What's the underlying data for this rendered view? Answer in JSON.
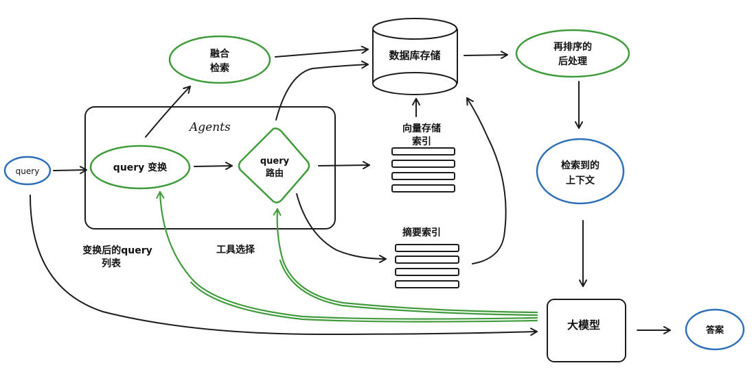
{
  "colors": {
    "green": "#3f9b3a",
    "blue": "#2d6fb8",
    "ink": "#1b1b1b"
  },
  "nodes": {
    "query": "query",
    "agents": "Agents",
    "query_transform": "query 变换",
    "query_route_1": "query",
    "query_route_2": "路由",
    "fusion_1": "融合",
    "fusion_2": "检索",
    "database": "数据库存储",
    "rerank_1": "再排序的",
    "rerank_2": "后处理",
    "vector_index_1": "向量存储",
    "vector_index_2": "索引",
    "summary_index": "摘要索引",
    "retrieved_1": "检索到的",
    "retrieved_2": "上下文",
    "llm": "大模型",
    "answer": "答案"
  },
  "labels": {
    "transformed_1": "变换后的query",
    "transformed_2": "列表",
    "tool_select": "工具选择"
  }
}
